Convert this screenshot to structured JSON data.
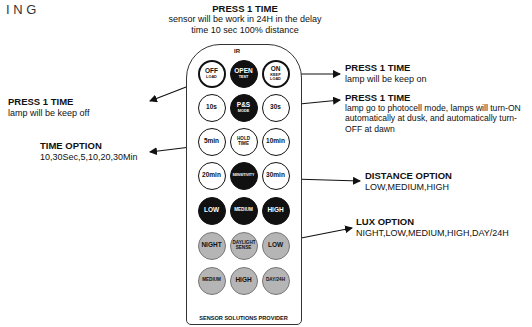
{
  "diagram": {
    "nodes": [
      {
        "text": [
          "IR",
          "SENSOR SOLUTIONS PROVIDER"
        ]
      },
      {
        "text": [
          "OFF",
          "LOAD"
        ],
        "in": 0
      },
      {
        "text": [
          "OPEN",
          "TEST"
        ],
        "in": 0
      },
      {
        "text": [
          "ON",
          "KEEP LOAD"
        ],
        "in": 0
      },
      {
        "text": [
          "10s"
        ],
        "in": 0
      },
      {
        "text": [
          "P&S",
          "MODE"
        ],
        "in": 0
      },
      {
        "text": [
          "30s"
        ],
        "in": 0
      },
      {
        "text": [
          "5min"
        ],
        "in": 0
      },
      {
        "text": [
          "HOLD TIME"
        ],
        "in": 0
      },
      {
        "text": [
          "10min"
        ],
        "in": 0
      },
      {
        "text": [
          "20min"
        ],
        "in": 0
      },
      {
        "text": [
          "SENSITIVITY"
        ],
        "in": 0
      },
      {
        "text": [
          "30min"
        ],
        "in": 0
      },
      {
        "text": [
          "LOW"
        ],
        "in": 0
      },
      {
        "text": [
          "MEDIUM"
        ],
        "in": 0
      },
      {
        "text": [
          "HIGH"
        ],
        "in": 0
      },
      {
        "text": [
          "NIGHT"
        ],
        "in": 0
      },
      {
        "text": [
          "DAYLIGHT SENSE"
        ],
        "in": 0
      },
      {
        "text": [
          "LOW"
        ],
        "in": 0
      },
      {
        "text": [
          "MEDIUM"
        ],
        "in": 0
      },
      {
        "text": [
          "HIGH"
        ],
        "in": 0
      },
      {
        "text": [
          "DAY/24H"
        ],
        "in": 0
      }
    ],
    "labels": [
      "I N G",
      "PRESS 1 TIME",
      "sensor will be work in 24H in the delay time 10 sec 100% distance",
      "PRESS 1 TIME",
      "lamp will be keep off",
      "PRESS 1 TIME",
      "lamp will be keep on",
      "PRESS 1 TIME",
      "lamp go to photocell mode, lamps will turn-ON automatically at dusk, and automatically turn-OFF at dawn",
      "TIME OPTION",
      "10,30Sec,5,10,20,30Min",
      "DISTANCE OPTION",
      "LOW,MEDIUM,HIGH",
      "LUX OPTION",
      "NIGHT,LOW,MEDIUM,HIGH,DAY/24H"
    ]
  }
}
